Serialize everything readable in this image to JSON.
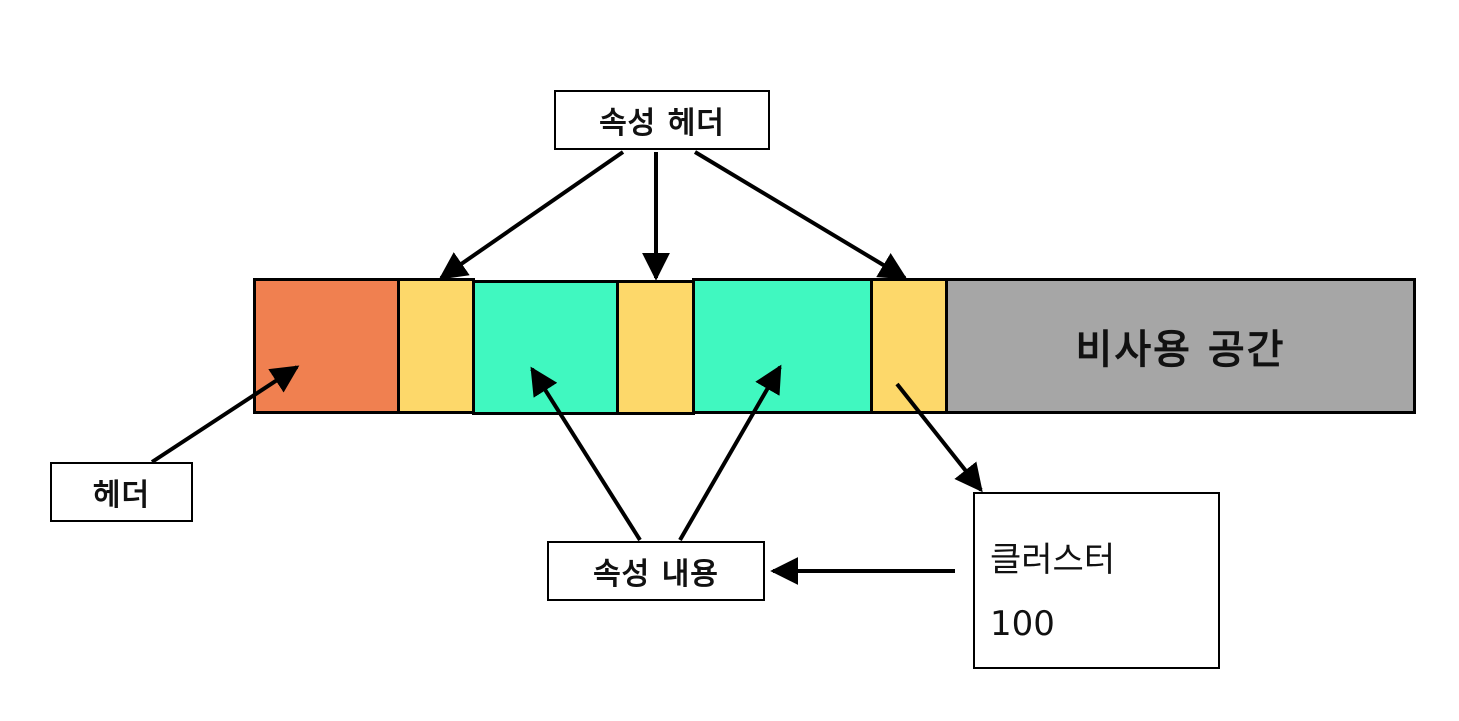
{
  "labels": {
    "attribute_header": "속성 헤더",
    "header": "헤더",
    "attribute_content": "속성 내용",
    "unused_space": "비사용 공간",
    "cluster_title": "클러스터",
    "cluster_number": "100"
  },
  "colors": {
    "header": "#F08050",
    "attribute_header": "#FDD86A",
    "attribute_content": "#40F8C0",
    "unused": "#A6A6A6"
  },
  "record_segments": [
    {
      "name": "header",
      "color_key": "header"
    },
    {
      "name": "attribute-header-1",
      "color_key": "attribute_header"
    },
    {
      "name": "attribute-content-1",
      "color_key": "attribute_content"
    },
    {
      "name": "attribute-header-2",
      "color_key": "attribute_header"
    },
    {
      "name": "attribute-content-2",
      "color_key": "attribute_content"
    },
    {
      "name": "attribute-header-3",
      "color_key": "attribute_header"
    },
    {
      "name": "unused-space",
      "color_key": "unused"
    }
  ]
}
